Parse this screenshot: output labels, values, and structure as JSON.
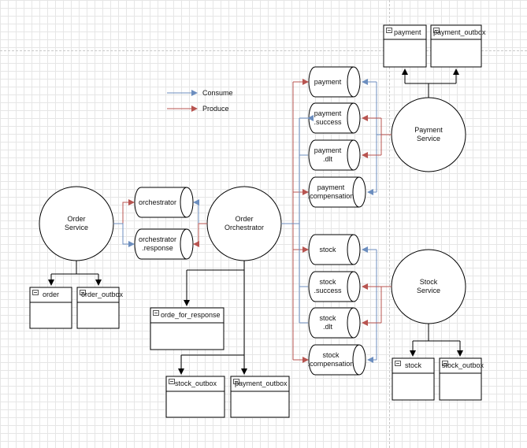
{
  "colors": {
    "consume": "#6c8ebf",
    "produce": "#b85450",
    "stroke": "#000000"
  },
  "legend": {
    "consume_label": "Consume",
    "produce_label": "Produce"
  },
  "services": {
    "order_service": "Order\nService",
    "order_orchestrator": "Order\nOrchestrator",
    "payment_service": "Payment\nService",
    "stock_service": "Stock\nService"
  },
  "topics": {
    "orchestrator": "orchestrator",
    "orchestrator_response": "orchestrator\n.response",
    "payment": "payment",
    "payment_success": "payment\n.success",
    "payment_dlt": "payment\n.dlt",
    "payment_compensation": "payment\n.compensation",
    "stock": "stock",
    "stock_success": "stock\n.success",
    "stock_dlt": "stock\n.dlt",
    "stock_compensation": "stock\n.compensation"
  },
  "tables": {
    "order": "order",
    "order_outbox": "order_outbox",
    "orde_for_response": "orde_for_response",
    "stock_outbox": "stock_outbox",
    "payment_outbox_orch": "payment_outbox",
    "payment": "payment",
    "payment_outbox": "payment_outbox",
    "stock": "stock",
    "stock_outbox_svc": "stock_outbox"
  }
}
